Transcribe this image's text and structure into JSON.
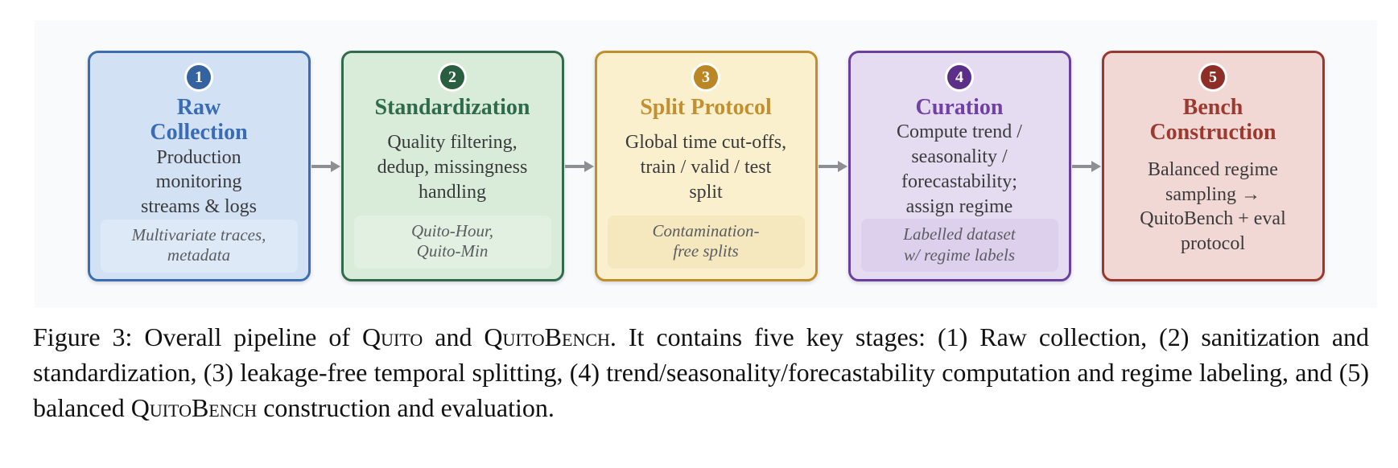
{
  "theme": {
    "page_bg": "#ffffff",
    "panel_bg": "#f8fafc",
    "arrow": "#8c9094",
    "body_text": "#3a3a3c",
    "chip_text": "#5b5c62",
    "caption_text": "#111111"
  },
  "stages": [
    {
      "number": "1",
      "title": "Raw\nCollection",
      "body": "Production\nmonitoring\nstreams & logs",
      "chip": "Multivariate traces,\nmetadata",
      "colors": {
        "border": "#3d6db1",
        "bg": "#d2e2f4",
        "badge": "#35639f",
        "title": "#3a6cb6",
        "chip": "#dde9f7"
      }
    },
    {
      "number": "2",
      "title": "Standardization",
      "body": "Quality filtering,\ndedup, missingness\nhandling",
      "chip": "Quito-Hour,\nQuito-Min",
      "colors": {
        "border": "#326b4b",
        "bg": "#d8ecd9",
        "badge": "#2a5e41",
        "title": "#2e6b4c",
        "chip": "#e1f0e1"
      }
    },
    {
      "number": "3",
      "title": "Split Protocol",
      "body": "Global time cut-offs,\ntrain / valid / test\nsplit",
      "chip": "Contamination-\nfree splits",
      "colors": {
        "border": "#c28d2b",
        "bg": "#faf0cd",
        "badge": "#bb8726",
        "title": "#c39030",
        "chip": "#f5e8bf"
      }
    },
    {
      "number": "4",
      "title": "Curation",
      "body": "Compute trend /\nseasonality /\nforecastability;\nassign regime",
      "chip": "Labelled dataset\nw/ regime labels",
      "colors": {
        "border": "#6b3f9d",
        "bg": "#e6dcf1",
        "badge": "#5b2e88",
        "title": "#7040a4",
        "chip": "#ddd0ed"
      }
    },
    {
      "number": "5",
      "title": "Bench\nConstruction",
      "body": "Balanced regime\nsampling →\nQuitoBench + eval\nprotocol",
      "chip": null,
      "colors": {
        "border": "#99382e",
        "bg": "#f2d8d5",
        "badge": "#8d2f27",
        "title": "#9c3a30",
        "chip": "transparent"
      }
    }
  ],
  "caption": {
    "segments": [
      {
        "text": "Figure 3: Overall pipeline of ",
        "smallcaps": false
      },
      {
        "text": "Quito",
        "smallcaps": true
      },
      {
        "text": " and ",
        "smallcaps": false
      },
      {
        "text": "QuitoBench",
        "smallcaps": true
      },
      {
        "text": ". It contains five key stages: (1) Raw collection, (2) sanitization and standardization, (3) leakage-free temporal splitting, (4) trend/seasonality/forecastability computation and regime labeling, and (5) balanced ",
        "smallcaps": false
      },
      {
        "text": "QuitoBench",
        "smallcaps": true
      },
      {
        "text": " construction and evaluation.",
        "smallcaps": false
      }
    ]
  }
}
